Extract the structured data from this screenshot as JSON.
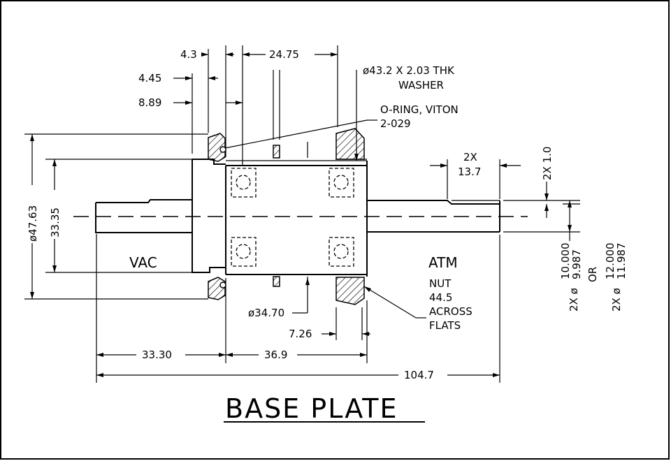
{
  "title": "BASE PLATE",
  "side_labels": {
    "left": "VAC",
    "right": "ATM"
  },
  "callouts": {
    "washer_line1": "ø43.2 X 2.03 THK",
    "washer_line2": "WASHER",
    "oring_line1": "O-RING, VITON",
    "oring_line2": "2-029",
    "nut_line1": "NUT",
    "nut_line2": "44.5",
    "nut_line3": "ACROSS",
    "nut_line4": "FLATS"
  },
  "dimensions": {
    "d_4_3": "4.3",
    "d_24_75": "24.75",
    "d_4_45": "4.45",
    "d_8_89": "8.89",
    "d_2x": "2X",
    "d_13_7": "13.7",
    "d_2x_1_0": "2X 1.0",
    "d_47_63": "ø47.63",
    "d_33_35": "33.35",
    "d_34_70": "ø34.70",
    "d_7_26": "7.26",
    "d_33_30": "33.30",
    "d_36_9": "36.9",
    "d_104_7": "104.7",
    "shaft_prefix": "2X ø",
    "shaft_a_upper": "10.000",
    "shaft_a_lower": "9.987",
    "shaft_or": "OR",
    "shaft_b_upper": "12.000",
    "shaft_b_lower": "11.987"
  },
  "colors": {
    "ink": "#000000",
    "paper": "#ffffff"
  }
}
